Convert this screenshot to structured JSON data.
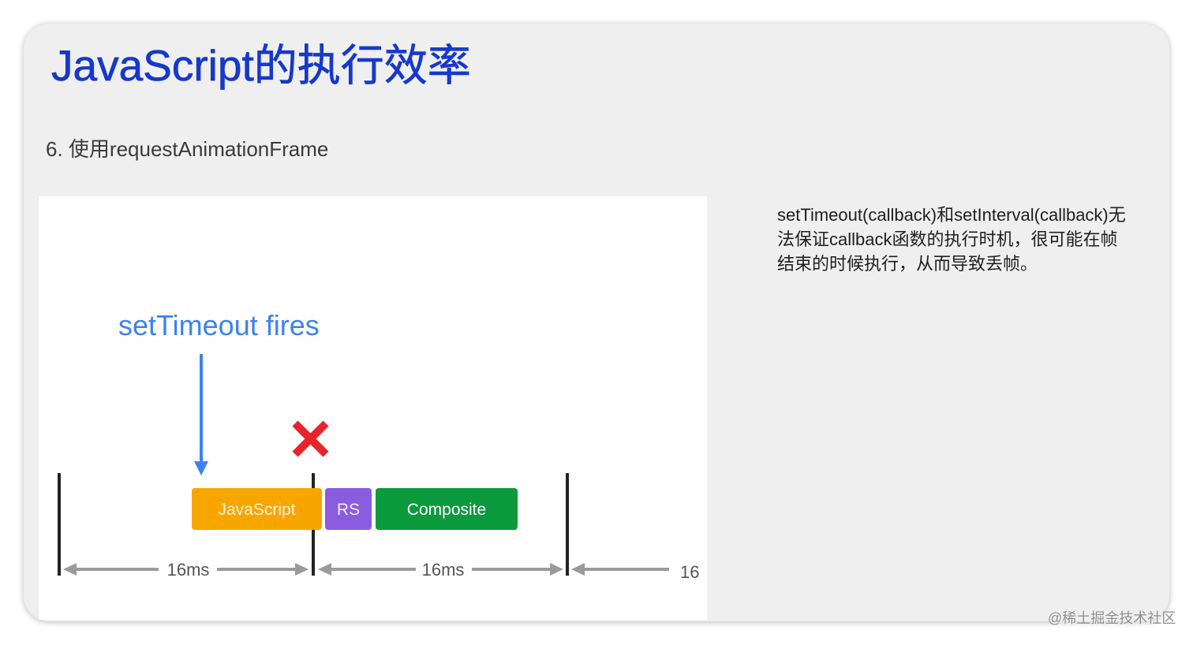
{
  "slide": {
    "title": "JavaScript的执行效率",
    "subtitle": "6. 使用requestAnimationFrame",
    "description_lines": [
      "setTimeout(callback)和setInterval(callback)无",
      "法保证callback函数的执行时机，很可能在帧",
      "结束的时候执行，从而导致丢帧。"
    ]
  },
  "diagram": {
    "event_label": "setTimeout fires",
    "tasks": [
      {
        "label": "JavaScript",
        "color": "#f7a600"
      },
      {
        "label": "RS",
        "color": "#8a5ce0"
      },
      {
        "label": "Composite",
        "color": "#0b9a3e"
      }
    ],
    "frame_labels": [
      "16ms",
      "16ms",
      "16"
    ],
    "colors": {
      "event_arrow": "#3b82f0",
      "dropped_frame_mark": "#e8232a",
      "frame_boundary": "#222222",
      "duration_arrow": "#9a9a9a"
    }
  },
  "watermark": "@稀土掘金技术社区"
}
